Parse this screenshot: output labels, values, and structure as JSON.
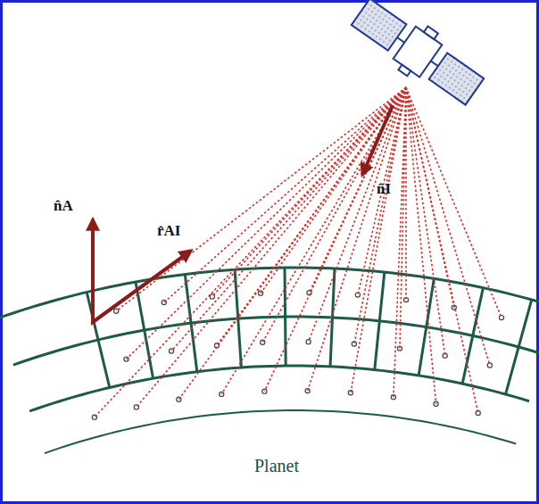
{
  "diagram": {
    "labels": [
      "n̂A",
      "r̂AI",
      "n̂I",
      "Planet"
    ]
  }
}
